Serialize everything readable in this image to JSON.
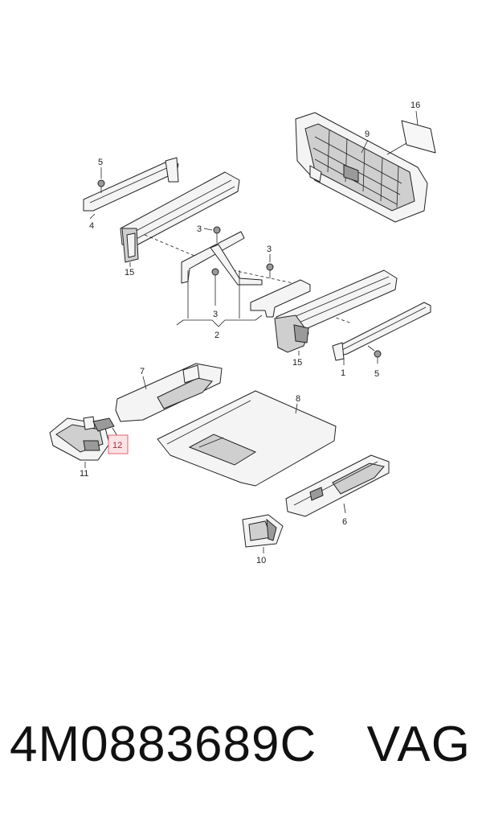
{
  "callouts": {
    "c1": "1",
    "c2": "2",
    "c3a": "3",
    "c3b": "3",
    "c3c": "3",
    "c4": "4",
    "c5a": "5",
    "c5b": "5",
    "c6": "6",
    "c7": "7",
    "c8": "8",
    "c9": "9",
    "c10": "10",
    "c11": "11",
    "c12": "12",
    "c15a": "15",
    "c15b": "15",
    "c16": "16"
  },
  "highlight_color": "#e06070",
  "footer": {
    "part_number": "4M0883689C",
    "brand": "VAG"
  }
}
